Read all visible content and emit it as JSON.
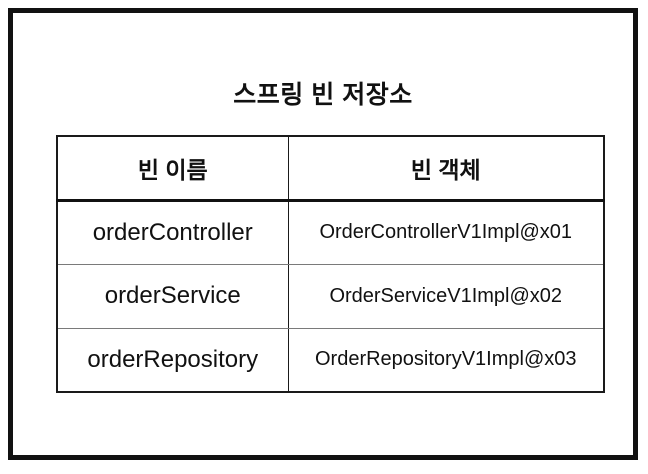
{
  "title": "스프링 빈 저장소",
  "table": {
    "columns": [
      {
        "label": "빈 이름"
      },
      {
        "label": "빈 객체"
      }
    ],
    "rows": [
      {
        "bean_name": "orderController",
        "bean_object": "OrderControllerV1Impl@x01"
      },
      {
        "bean_name": "orderService",
        "bean_object": "OrderServiceV1Impl@x02"
      },
      {
        "bean_name": "orderRepository",
        "bean_object": "OrderRepositoryV1Impl@x03"
      }
    ]
  },
  "colors": {
    "frame_border": "#111111",
    "table_border": "#1a1a1a",
    "row_divider": "#7a7a7a",
    "text": "#111111",
    "background": "#ffffff"
  }
}
